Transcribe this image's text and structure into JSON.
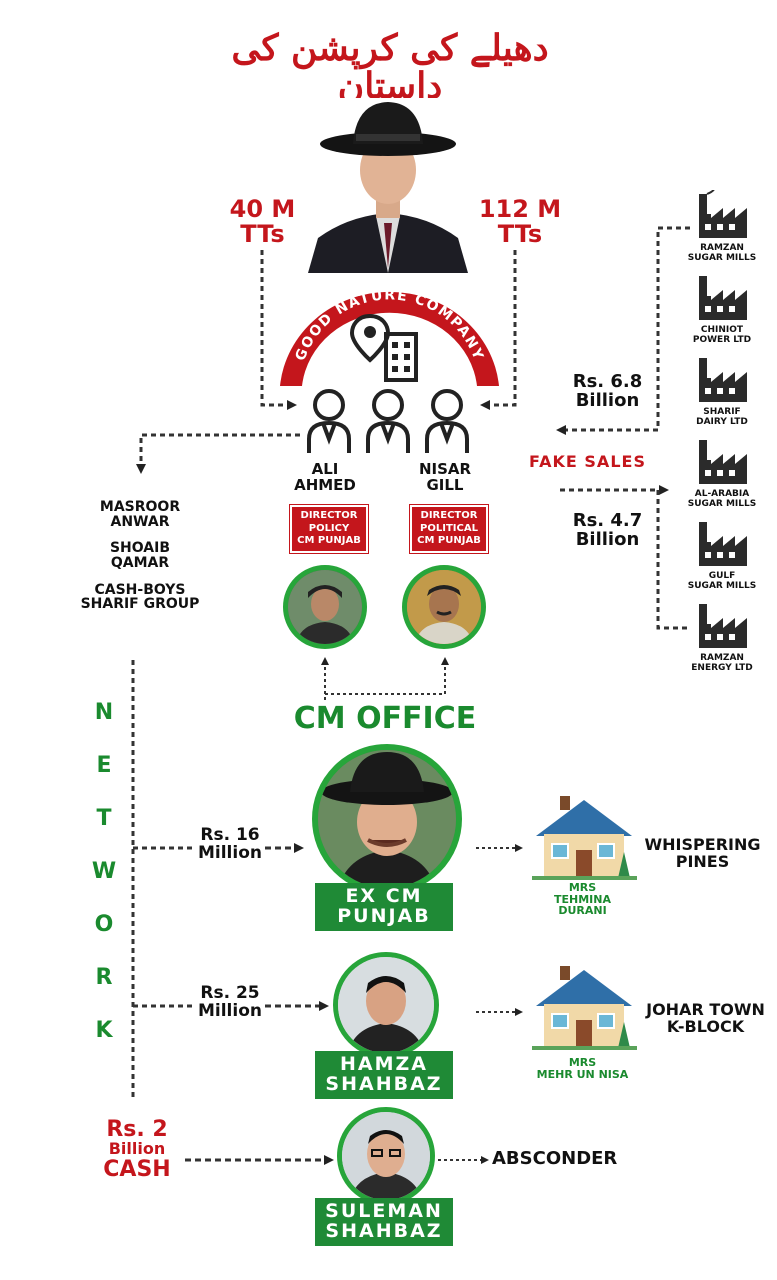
{
  "title": "دھیلے کی کرپشن کی داستان",
  "top": {
    "left_amount": "40 M",
    "left_unit": "TTs",
    "right_amount": "112 M",
    "right_unit": "TTs"
  },
  "company": {
    "name": "GOOD NATURE COMPANY"
  },
  "persons": [
    {
      "name_line1": "ALI",
      "name_line2": "AHMED",
      "role": [
        "DIRECTOR",
        "POLICY",
        "CM PUNJAB"
      ]
    },
    {
      "name_line1": "NISAR",
      "name_line2": "GILL",
      "role": [
        "DIRECTOR",
        "POLITICAL",
        "CM PUNJAB"
      ]
    }
  ],
  "left_list": {
    "names": [
      {
        "l1": "MASROOR",
        "l2": "ANWAR"
      },
      {
        "l1": "SHOAIB",
        "l2": "QAMAR"
      },
      {
        "l1": "CASH-BOYS",
        "l2": "SHARIF GROUP"
      }
    ]
  },
  "network_letters": [
    "N",
    "E",
    "T",
    "W",
    "O",
    "R",
    "K"
  ],
  "fake_sales": {
    "label": "FAKE SALES",
    "in_amount_l1": "Rs. 6.8",
    "in_amount_l2": "Billion",
    "out_amount_l1": "Rs. 4.7",
    "out_amount_l2": "Billion"
  },
  "factories": [
    {
      "l1": "RAMZAN",
      "l2": "SUGAR MILLS"
    },
    {
      "l1": "CHINIOT",
      "l2": "POWER LTD"
    },
    {
      "l1": "SHARIF",
      "l2": "DAIRY LTD"
    },
    {
      "l1": "AL-ARABIA",
      "l2": "SUGAR MILLS"
    },
    {
      "l1": "GULF",
      "l2": "SUGAR MILLS"
    },
    {
      "l1": "RAMZAN",
      "l2": "ENERGY LTD"
    }
  ],
  "cm_office": {
    "label": "CM OFFICE"
  },
  "recipients": [
    {
      "amount_l1": "Rs. 16",
      "amount_l2": "Million",
      "label_l1": "EX CM",
      "label_l2": "PUNJAB",
      "house_owner_l1": "MRS",
      "house_owner_l2": "TEHMINA",
      "house_owner_l3": "DURANI",
      "property_l1": "WHISPERING",
      "property_l2": "PINES"
    },
    {
      "amount_l1": "Rs. 25",
      "amount_l2": "Million",
      "label_l1": "HAMZA",
      "label_l2": "SHAHBAZ",
      "house_owner_l1": "MRS",
      "house_owner_l2": "MEHR UN NISA",
      "house_owner_l3": "",
      "property_l1": "JOHAR TOWN",
      "property_l2": "K-BLOCK"
    },
    {
      "amount_l1": "Rs. 2",
      "amount_l2": "Billion",
      "amount_l3": "CASH",
      "label_l1": "SULEMAN",
      "label_l2": "SHAHBAZ",
      "status": "ABSCONDER"
    }
  ],
  "colors": {
    "red": "#c4161c",
    "green": "#1f8a36",
    "circle_border": "#27a53a"
  }
}
